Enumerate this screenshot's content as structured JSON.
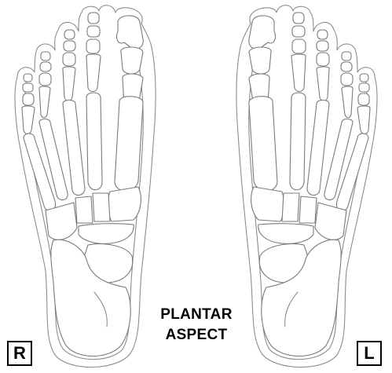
{
  "caption": {
    "line1": "PLANTAR",
    "line2": "ASPECT"
  },
  "markers": {
    "right": "R",
    "left": "L"
  },
  "colors": {
    "outline": "#8c8c8c",
    "bone_stroke": "#7a7a7a",
    "label_box": "#000000"
  }
}
